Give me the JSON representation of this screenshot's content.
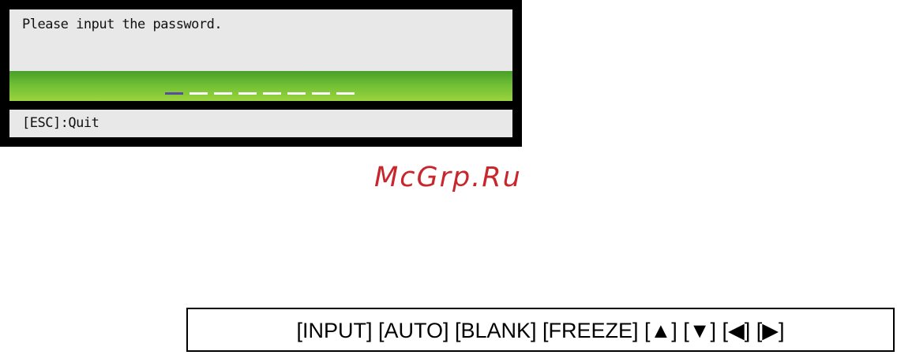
{
  "dialog": {
    "prompt": "Please input the password.",
    "footer": "[ESC]:Quit",
    "password_slots": 8,
    "active_slot": 1,
    "bar_color": "#6fbe34",
    "panel_color": "#e8e8e8"
  },
  "watermark": {
    "text": "McGrp.Ru",
    "color": "#c8262c"
  },
  "keys": {
    "text": "[INPUT] [AUTO] [BLANK] [FREEZE] [▲] [▼] [◀] [▶]"
  }
}
